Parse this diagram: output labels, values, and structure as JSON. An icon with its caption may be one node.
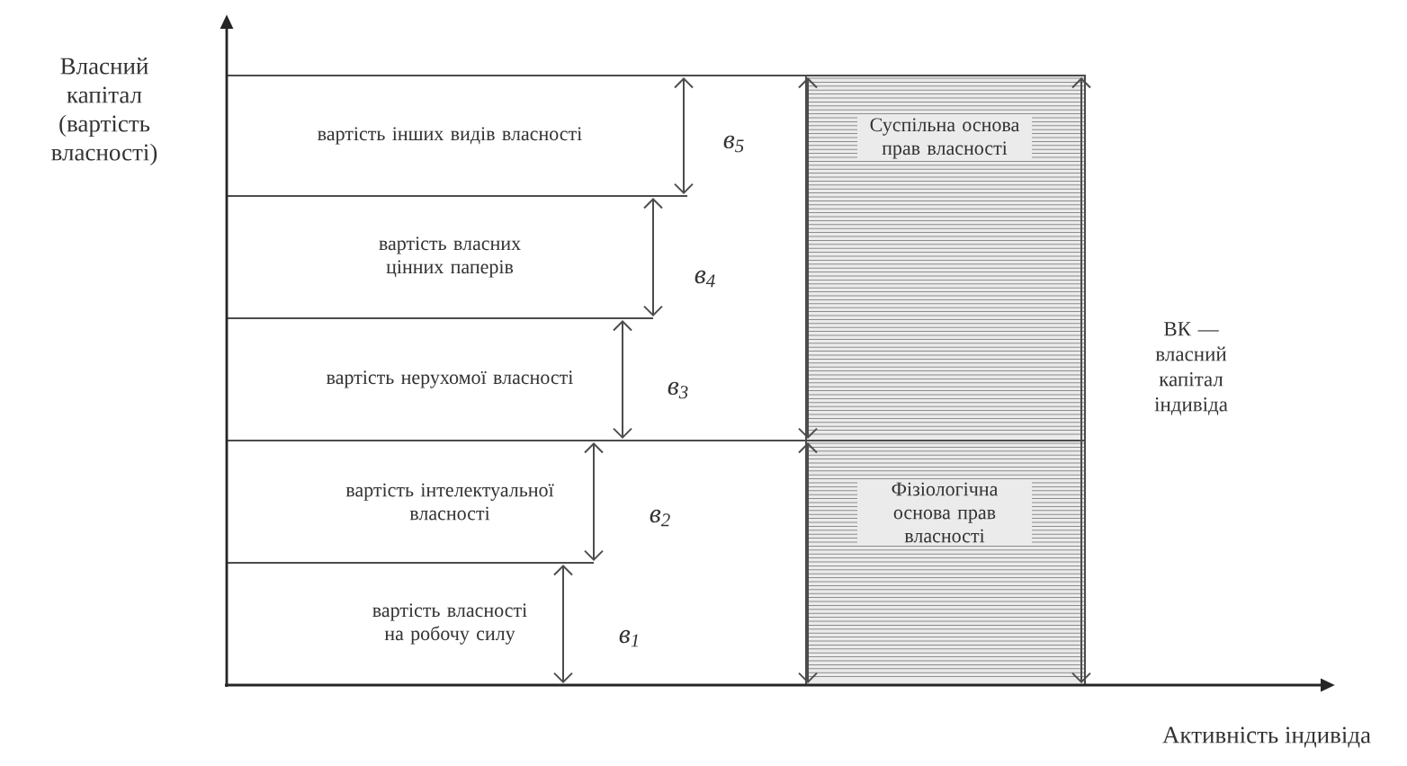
{
  "diagram": {
    "nodes": [
      {
        "text": [
          "вартість інших видів власності"
        ]
      },
      {
        "text": [
          "вартість власних цінних паперів"
        ]
      },
      {
        "text": [
          "вартість нерухомої власності"
        ]
      },
      {
        "text": [
          "вартість інтелектуальної власності"
        ]
      },
      {
        "text": [
          "вартість власності на робочу силу"
        ]
      },
      {
        "text": [
          "Суспільна основа прав власності"
        ]
      },
      {
        "text": [
          "Фізіологічна основа прав власності"
        ]
      }
    ],
    "edges": [],
    "labels": [
      "Власний капітал (вартість власності)",
      "в$_{5}$",
      "в$_{4}$",
      "в$_{3}$",
      "в$_{2}$",
      "в$_{1}$",
      "ВК — власний капітал індивіда",
      "Активність індивіда"
    ]
  }
}
